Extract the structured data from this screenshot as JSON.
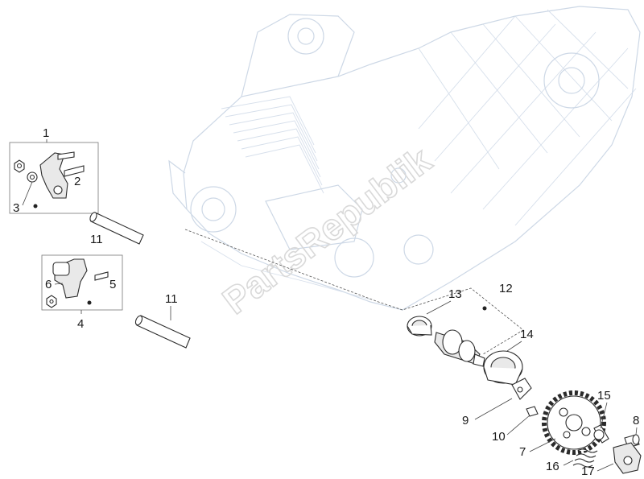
{
  "watermark": "PartsRepublik",
  "callouts": {
    "c1": "1",
    "c2": "2",
    "c3": "3",
    "c4": "4",
    "c5": "5",
    "c6": "6",
    "c7": "7",
    "c8": "8",
    "c9": "9",
    "c10": "10",
    "c11a": "11",
    "c11b": "11",
    "c12": "12",
    "c13": "13",
    "c14": "14",
    "c15": "15",
    "c16": "16",
    "c17": "17"
  },
  "colors": {
    "background": "#ffffff",
    "ghost_engine": "#cdd8e6",
    "ink": "#2b2b2b"
  }
}
